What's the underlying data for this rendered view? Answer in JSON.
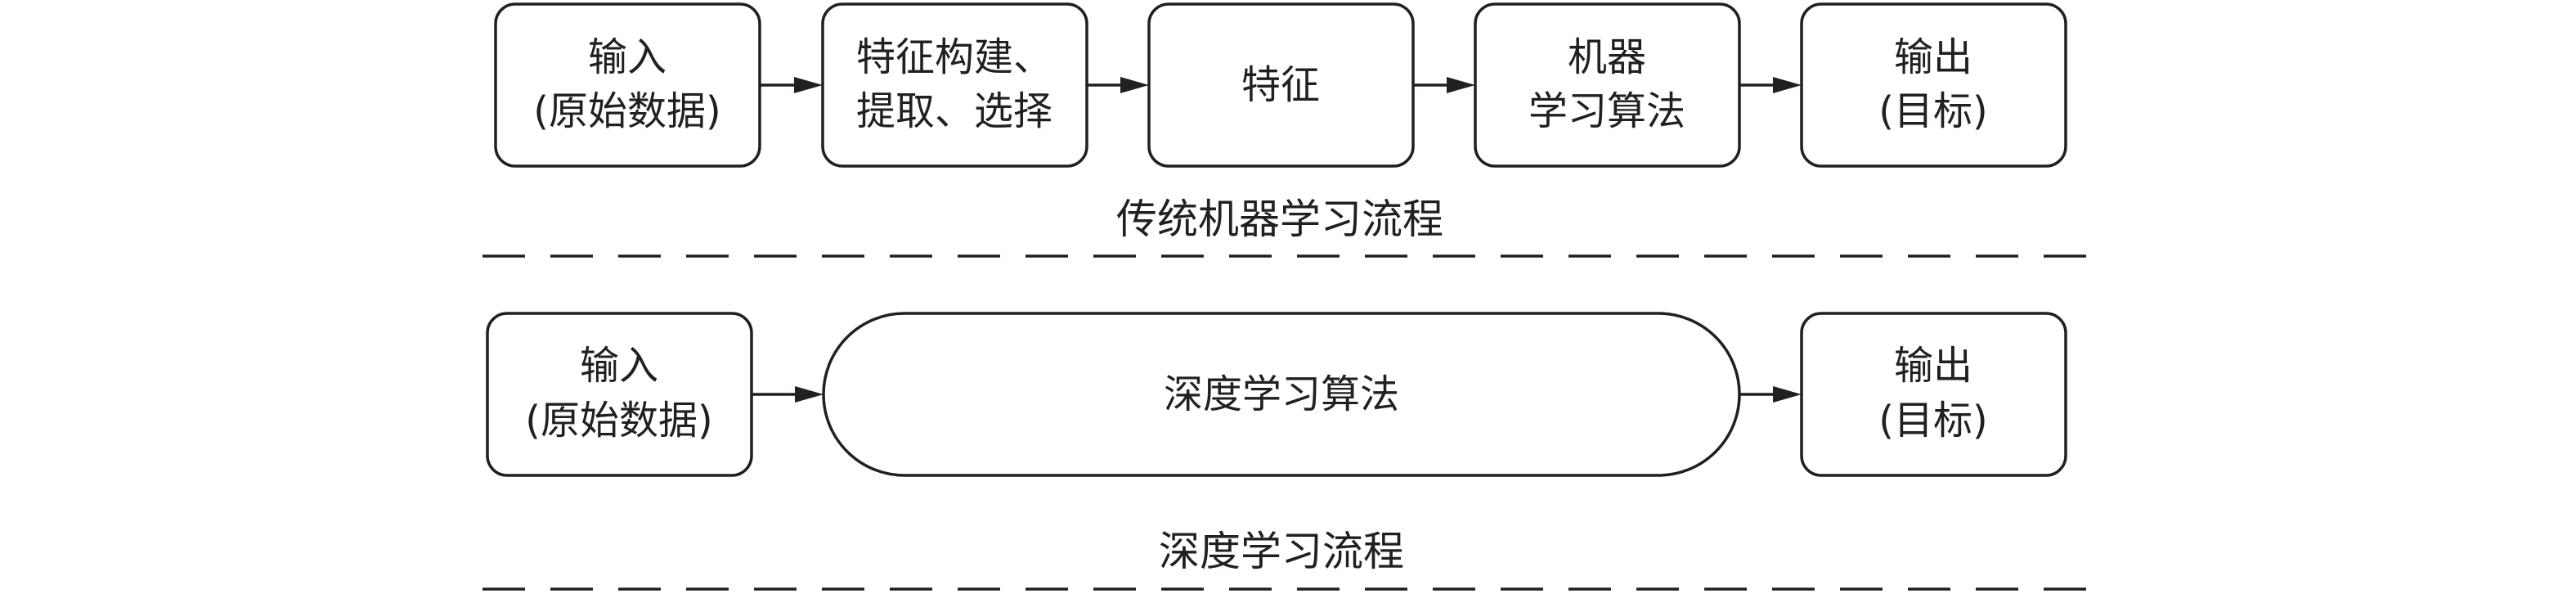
{
  "traditional": {
    "input": {
      "line1": "输入",
      "line2": "(原始数据)"
    },
    "feature_engineering": {
      "line1": "特征构建、",
      "line2": "提取、选择"
    },
    "features": {
      "label": "特征"
    },
    "ml_algorithm": {
      "line1": "机器",
      "line2": "学习算法"
    },
    "output": {
      "line1": "输出",
      "line2": "(目标)"
    },
    "caption": "传统机器学习流程"
  },
  "deep": {
    "input": {
      "line1": "输入",
      "line2": "(原始数据)"
    },
    "algorithm": {
      "label": "深度学习算法"
    },
    "output": {
      "line1": "输出",
      "line2": "(目标)"
    },
    "caption": "深度学习流程"
  },
  "colors": {
    "stroke": "#231f20",
    "background": "#ffffff"
  }
}
